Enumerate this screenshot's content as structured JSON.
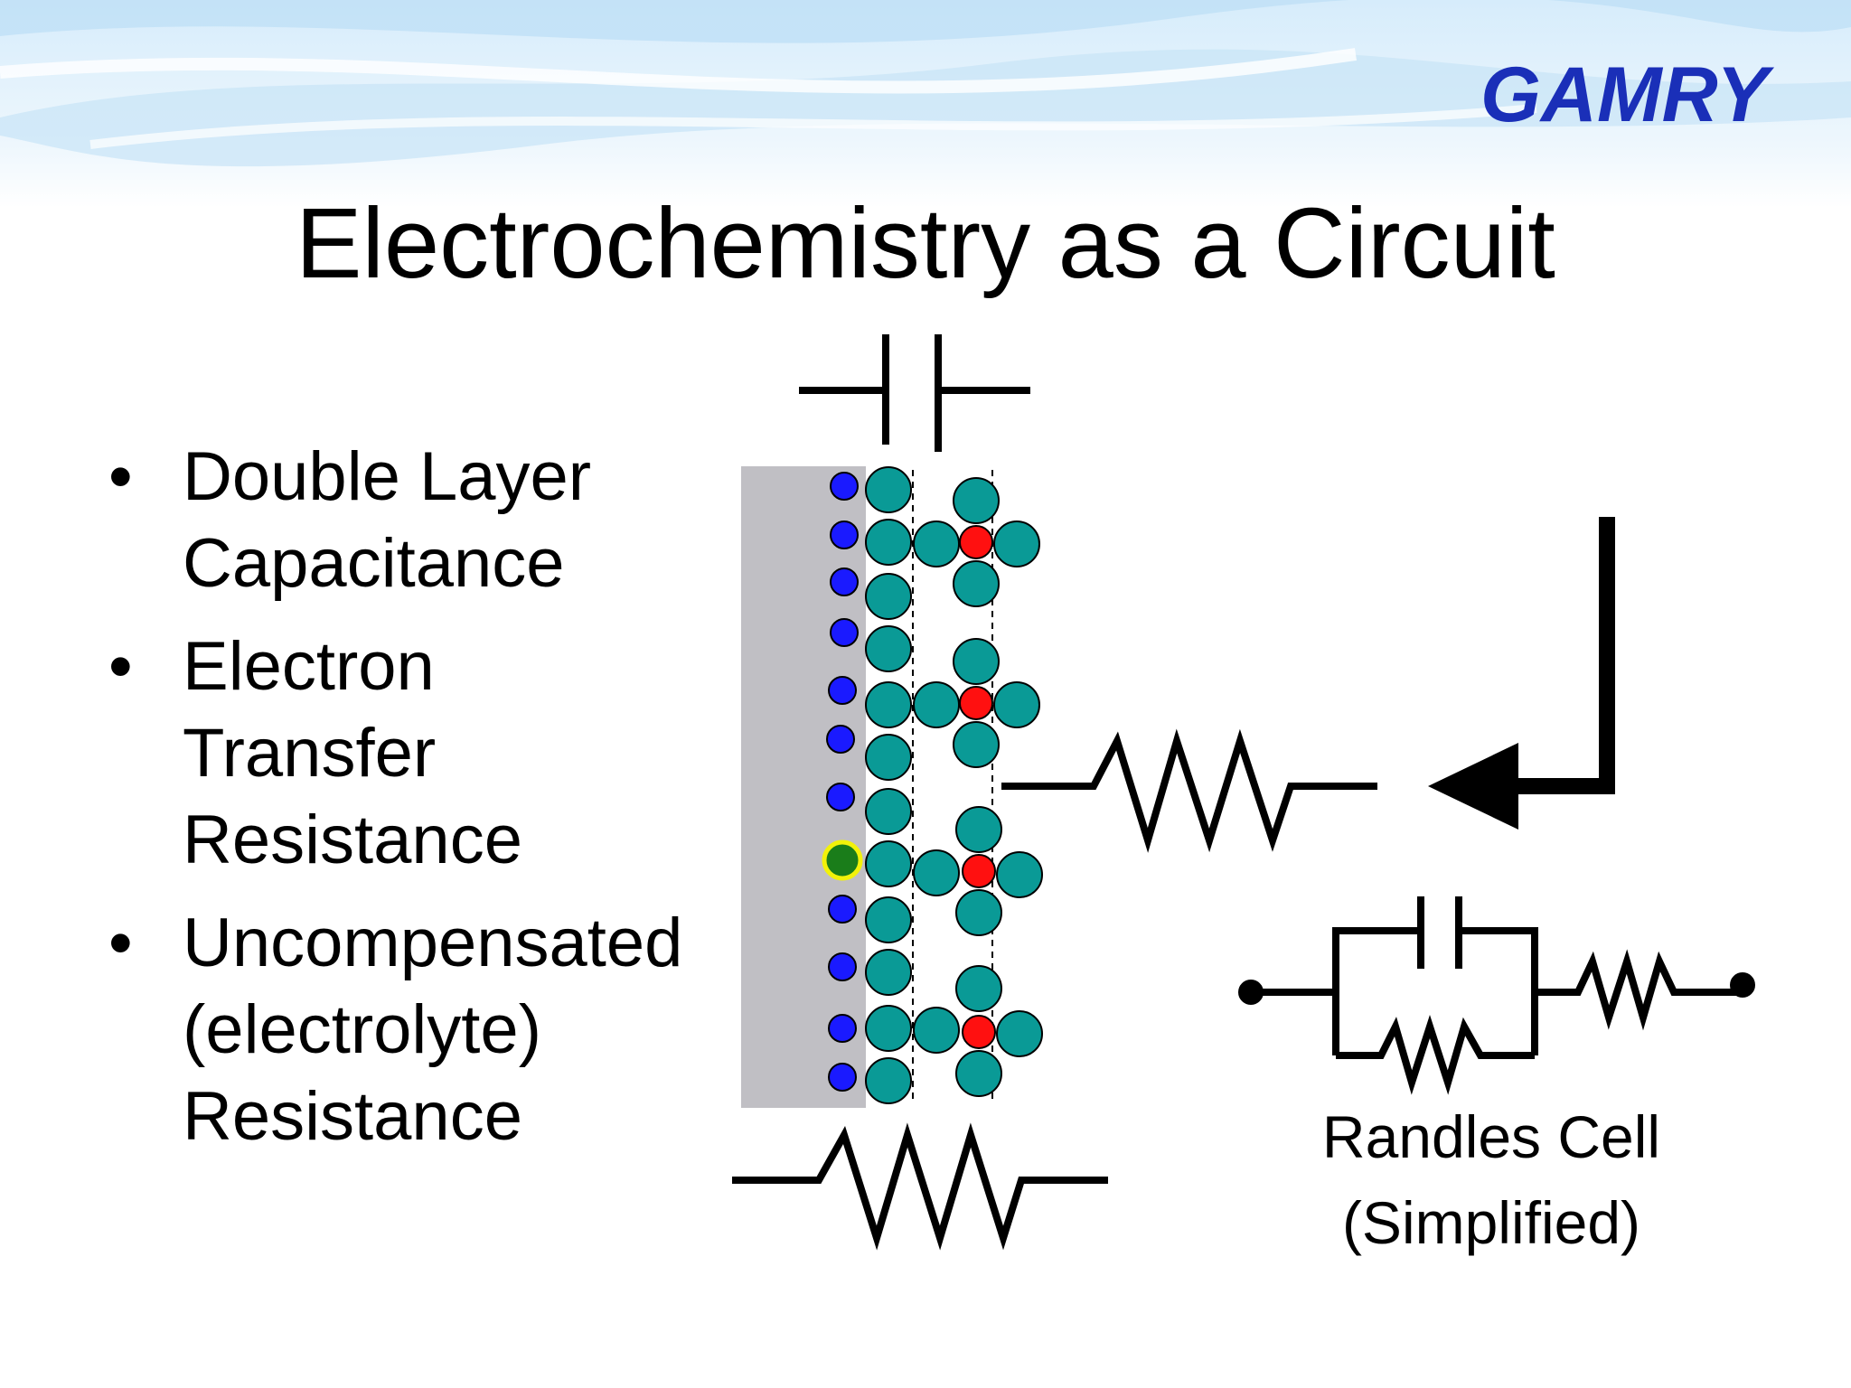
{
  "slide": {
    "title": "Electrochemistry as a Circuit",
    "logo_text": "GAMRY"
  },
  "bullets": [
    {
      "lines": [
        "Double Layer",
        "Capacitance"
      ]
    },
    {
      "lines": [
        "Electron",
        "Transfer",
        "Resistance"
      ]
    },
    {
      "lines": [
        "Uncompensated",
        "(electrolyte)",
        "Resistance"
      ]
    }
  ],
  "randles": {
    "caption_line1": "Randles Cell",
    "caption_line2": "(Simplified)"
  },
  "colors": {
    "logo_blue": "#1a2fb8",
    "electrode_gray": "#c0bfc4",
    "electron_blue": "#1a1aff",
    "solvent_teal": "#0a9a96",
    "ion_red": "#ff1010",
    "reactant_green": "#1a7d1a",
    "highlight_yellow": "#f2f20a"
  }
}
